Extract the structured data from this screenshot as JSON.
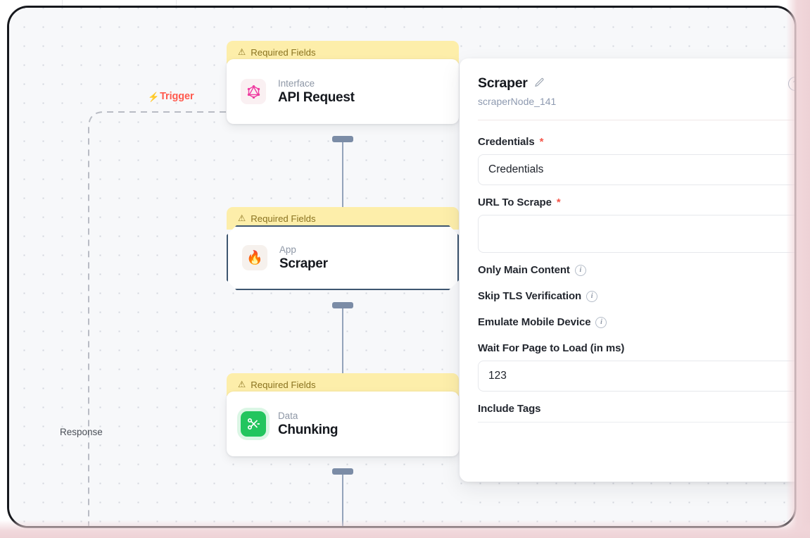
{
  "canvas": {
    "trigger_label": "Trigger",
    "trigger_icon": "lightning-bolt-icon",
    "trigger_color": "#ff5a4e",
    "response_label": "Response",
    "warning_text": "Required Fields",
    "warning_icon": "warning-triangle-icon",
    "warning_bg": "#fdeeaa"
  },
  "nodes": [
    {
      "warning": "Required Fields",
      "kind": "Interface",
      "title": "API Request",
      "icon": "graphql-hexagon-icon",
      "icon_glyph": "⬡",
      "selected": false
    },
    {
      "warning": "Required Fields",
      "kind": "App",
      "title": "Scraper",
      "icon": "flame-icon",
      "icon_glyph": "🔥",
      "selected": true
    },
    {
      "warning": "Required Fields",
      "kind": "Data",
      "title": "Chunking",
      "icon": "scissors-icon",
      "icon_glyph": "✂",
      "selected": false
    }
  ],
  "panel": {
    "title": "Scraper",
    "edit_icon": "pencil-icon",
    "subtitle": "scraperNode_141",
    "help_icon": "question-mark-icon",
    "help_glyph": "?",
    "fields": [
      {
        "label": "Credentials",
        "required": true,
        "type": "select",
        "value": "Credentials",
        "info": false
      },
      {
        "label": "URL To Scrape",
        "required": true,
        "type": "text",
        "value": "",
        "info": false
      },
      {
        "label": "Only Main Content",
        "required": false,
        "type": "toggle",
        "value": "",
        "info": true
      },
      {
        "label": "Skip TLS Verification",
        "required": false,
        "type": "toggle",
        "value": "",
        "info": true
      },
      {
        "label": "Emulate Mobile Device",
        "required": false,
        "type": "toggle",
        "value": "",
        "info": true
      },
      {
        "label": "Wait For Page to Load (in ms)",
        "required": false,
        "type": "number",
        "value": "123",
        "info": false
      },
      {
        "label": "Include Tags",
        "required": false,
        "type": "tags",
        "value": "",
        "info": false
      }
    ]
  }
}
